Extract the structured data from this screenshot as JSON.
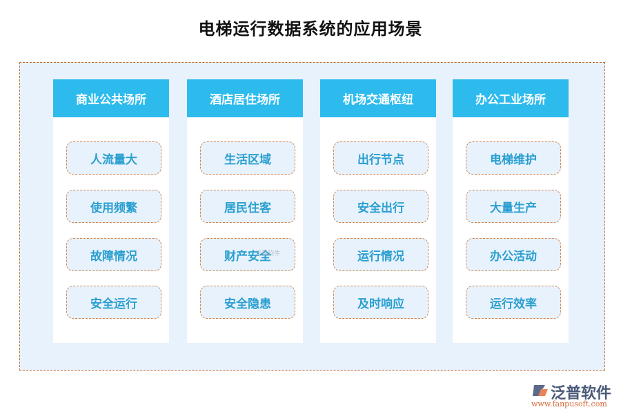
{
  "title": "电梯运行数据系统的应用场景",
  "columns": [
    {
      "header": "商业公共场所",
      "items": [
        "人流量大",
        "使用频繁",
        "故障情况",
        "安全运行"
      ]
    },
    {
      "header": "酒店居住场所",
      "items": [
        "生活区域",
        "居民住客",
        "财产安全",
        "安全隐患"
      ]
    },
    {
      "header": "机场交通枢纽",
      "items": [
        "出行节点",
        "安全出行",
        "运行情况",
        "及时响应"
      ]
    },
    {
      "header": "办公工业场所",
      "items": [
        "电梯维护",
        "大量生产",
        "办公活动",
        "运行效率"
      ]
    }
  ],
  "logo": {
    "name": "泛普软件",
    "url": "www.fanpusoft.com"
  },
  "watermark": "泛普软件",
  "colors": {
    "header_bg": "#2dbbee",
    "item_text": "#2a9fd0",
    "dashed_border": "#c0692e",
    "panel_bg": "#e8f2fc"
  }
}
